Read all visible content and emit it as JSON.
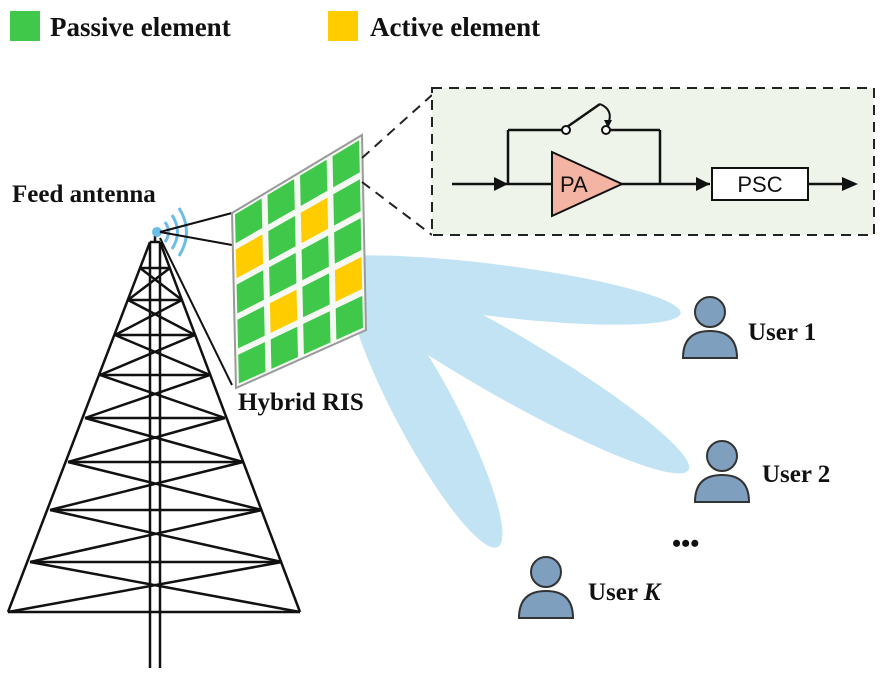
{
  "legend": {
    "passive": {
      "label": "Passive element",
      "color": "#3fc84a"
    },
    "active": {
      "label": "Active element",
      "color": "#ffcc00"
    }
  },
  "labels": {
    "feed_antenna": "Feed antenna",
    "hybrid_ris": "Hybrid RIS",
    "user_1": "User 1",
    "user_2": "User 2",
    "user_k_prefix": "User ",
    "user_k_var": "K",
    "ellipsis": "•••"
  },
  "circuit": {
    "amplifier_label": "PA",
    "shifter_label": "PSC",
    "amplifier_color": "#f4b4a4",
    "panel_color": "#eef4ea"
  },
  "ris": {
    "grid": [
      [
        "passive",
        "passive",
        "passive",
        "passive"
      ],
      [
        "active",
        "passive",
        "active",
        "passive"
      ],
      [
        "passive",
        "passive",
        "passive",
        "passive"
      ],
      [
        "passive",
        "active",
        "passive",
        "active"
      ],
      [
        "passive",
        "passive",
        "passive",
        "passive"
      ]
    ]
  },
  "colors": {
    "beam": "#a8d8f0",
    "user": "#7f9fbf",
    "signal": "#6bbde8"
  }
}
